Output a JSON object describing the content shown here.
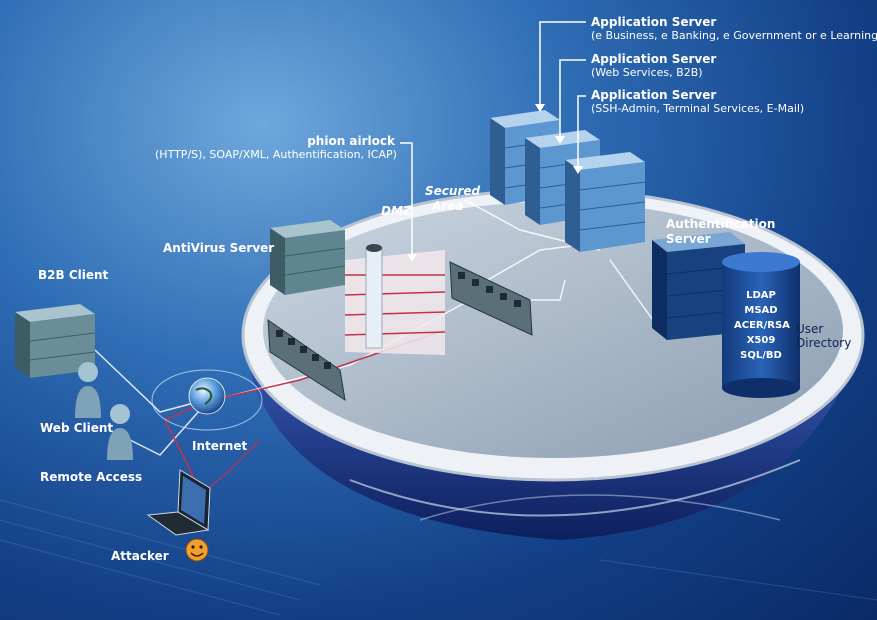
{
  "app_servers": [
    {
      "title": "Application Server",
      "detail": "(e Business, e Banking, e Government or e Learning)"
    },
    {
      "title": "Application Server",
      "detail": "(Web Services, B2B)"
    },
    {
      "title": "Application Server",
      "detail": "(SSH-Admin, Terminal Services, E-Mail)"
    }
  ],
  "airlock": {
    "title": "phion airlock",
    "detail": "(HTTP/S), SOAP/XML, Authentification, ICAP)"
  },
  "zones": {
    "secured": "Secured",
    "area": "Area",
    "dmz": "DMZ"
  },
  "antivirus": "AntiVirus Server",
  "auth_server": {
    "line1": "Authentification",
    "line2": "Server"
  },
  "directory": {
    "items": [
      "LDAP",
      "MSAD",
      "ACER/RSA",
      "X509",
      "SQL/BD"
    ],
    "label_line1": "User",
    "label_line2": "Directory"
  },
  "clients": {
    "b2b": "B2B Client",
    "web": "Web Client",
    "remote": "Remote Access",
    "internet": "Internet",
    "attacker": "Attacker"
  },
  "colors": {
    "bg_dark": "#0a2a66",
    "bowl": "#1b3f93",
    "server": "#5d97cf",
    "av_server": "#5f8590",
    "attack_line": "#c0334a"
  }
}
